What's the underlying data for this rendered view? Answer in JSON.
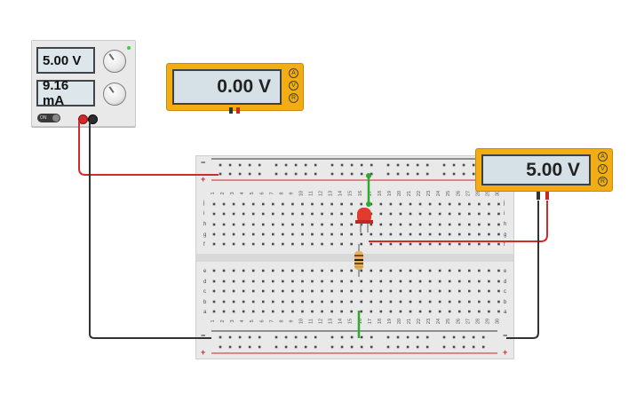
{
  "power_supply": {
    "voltage_display": "5.00 V",
    "current_display": "9.16 mA",
    "switch_label": "ON"
  },
  "multimeter_left": {
    "reading": "0.00 V",
    "buttons": [
      "A",
      "V",
      "R"
    ]
  },
  "multimeter_right": {
    "reading": "5.00 V",
    "buttons": [
      "A",
      "V",
      "R"
    ]
  },
  "breadboard": {
    "columns": [
      "1",
      "2",
      "3",
      "4",
      "5",
      "6",
      "7",
      "8",
      "9",
      "10",
      "11",
      "12",
      "13",
      "14",
      "15",
      "16",
      "17",
      "18",
      "19",
      "20",
      "21",
      "22",
      "23",
      "24",
      "25",
      "26",
      "27",
      "28",
      "29",
      "30"
    ],
    "rows_top": [
      "j",
      "i",
      "h",
      "g",
      "f"
    ],
    "rows_bottom": [
      "e",
      "d",
      "c",
      "b",
      "a"
    ],
    "rail_minus": "−",
    "rail_plus": "+"
  },
  "colors": {
    "wire_red": "#d32a2a",
    "wire_black": "#333333",
    "wire_green": "#2eaa2e",
    "meter_body": "#f3ad12",
    "led_red": "#e23b2e"
  }
}
